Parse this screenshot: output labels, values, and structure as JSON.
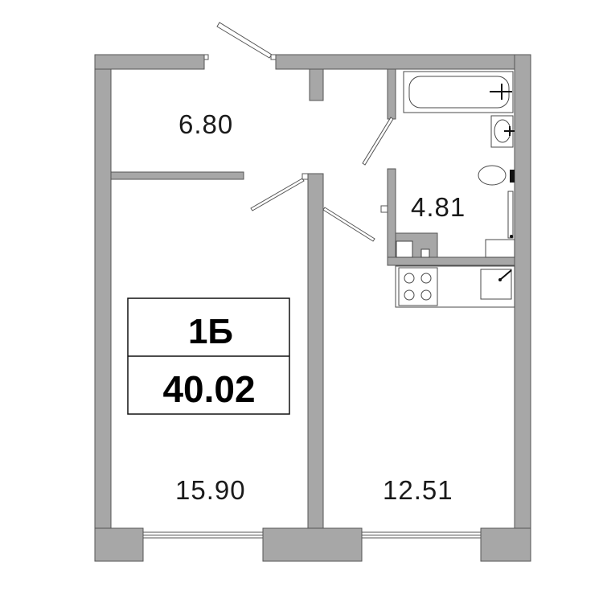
{
  "plan": {
    "apartment_type": "1Б",
    "total_area": "40.02",
    "rooms": [
      {
        "id": "hall",
        "area": "6.80"
      },
      {
        "id": "bathroom",
        "area": "4.81"
      },
      {
        "id": "bedroom",
        "area": "15.90"
      },
      {
        "id": "kitchen-living",
        "area": "12.51"
      }
    ]
  },
  "colors": {
    "wall": "#a7a7a7",
    "wall_outline": "#444444",
    "fixture": "#ffffff",
    "line": "#4a4a4a",
    "text": "#1a1a1a"
  }
}
